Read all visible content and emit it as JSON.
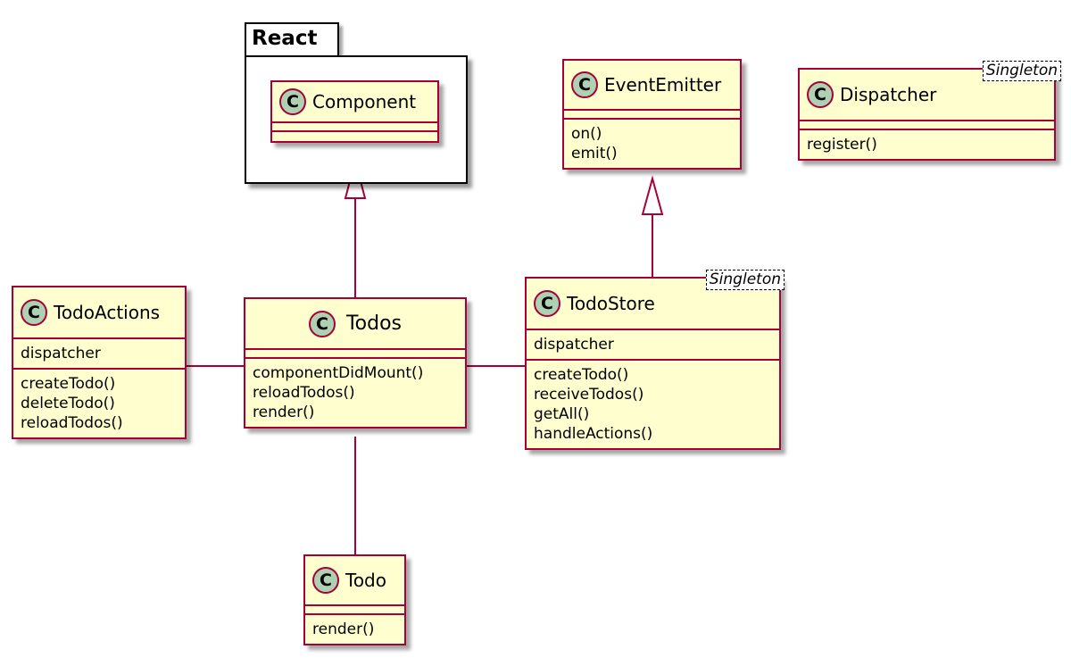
{
  "package": {
    "name": "React"
  },
  "classes": {
    "component": {
      "name": "Component",
      "circle": "C"
    },
    "event_emitter": {
      "name": "EventEmitter",
      "circle": "C",
      "methods": [
        "on()",
        "emit()"
      ]
    },
    "dispatcher": {
      "name": "Dispatcher",
      "circle": "C",
      "stereotype": "Singleton",
      "methods": [
        "register()"
      ]
    },
    "todo_actions": {
      "name": "TodoActions",
      "circle": "C",
      "fields": [
        "dispatcher"
      ],
      "methods": [
        "createTodo()",
        "deleteTodo()",
        "reloadTodos()"
      ]
    },
    "todos": {
      "name": "Todos",
      "circle": "C",
      "methods": [
        "componentDidMount()",
        "reloadTodos()",
        "render()"
      ]
    },
    "todo_store": {
      "name": "TodoStore",
      "circle": "C",
      "stereotype": "Singleton",
      "fields": [
        "dispatcher"
      ],
      "methods": [
        "createTodo()",
        "receiveTodos()",
        "getAll()",
        "handleActions()"
      ]
    },
    "todo": {
      "name": "Todo",
      "circle": "C",
      "methods": [
        "render()"
      ]
    }
  },
  "colors": {
    "class_fill": "#fefece",
    "class_border": "#a80036",
    "circle_fill": "#add1b2"
  }
}
